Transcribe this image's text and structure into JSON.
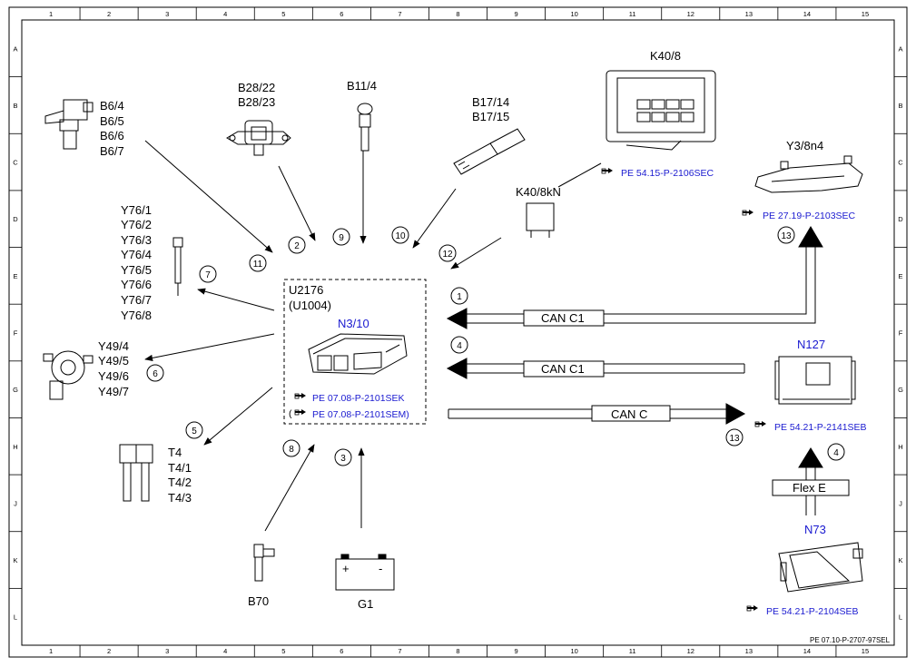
{
  "grid": {
    "columns": [
      "1",
      "2",
      "3",
      "4",
      "5",
      "6",
      "7",
      "8",
      "9",
      "10",
      "11",
      "12",
      "13",
      "14",
      "15"
    ],
    "rows": [
      "A",
      "B",
      "C",
      "D",
      "E",
      "F",
      "G",
      "H",
      "J",
      "K",
      "L"
    ]
  },
  "footer_code": "PE 07.10-P-2707-97SEL",
  "ecu": {
    "label_line1": "U2176",
    "label_line2": "(U1004)",
    "name": "N3/10",
    "ref1": "PE 07.08-P-2101SEK",
    "ref2_open": "(",
    "ref2": "PE 07.08-P-2101SEM)"
  },
  "components": {
    "b6": [
      "B6/4",
      "B6/5",
      "B6/6",
      "B6/7"
    ],
    "b28": [
      "B28/22",
      "B28/23"
    ],
    "b11": "B11/4",
    "b17": [
      "B17/14",
      "B17/15"
    ],
    "k40_8": "K40/8",
    "k40_ref": "PE 54.15-P-2106SEC",
    "k40_8kn": "K40/8kN",
    "y3": "Y3/8n4",
    "y3_ref": "PE 27.19-P-2103SEC",
    "y76": [
      "Y76/1",
      "Y76/2",
      "Y76/3",
      "Y76/4",
      "Y76/5",
      "Y76/6",
      "Y76/7",
      "Y76/8"
    ],
    "y49": [
      "Y49/4",
      "Y49/5",
      "Y49/6",
      "Y49/7"
    ],
    "t4": [
      "T4",
      "T4/1",
      "T4/2",
      "T4/3"
    ],
    "b70": "B70",
    "g1": "G1",
    "g1_plus": "+",
    "g1_minus": "-",
    "n127": "N127",
    "n127_ref": "PE 54.21-P-2141SEB",
    "n73": "N73",
    "n73_ref": "PE 54.21-P-2104SEB"
  },
  "buses": {
    "can_c1_a": "CAN C1",
    "can_c1_b": "CAN C1",
    "can_c": "CAN C",
    "flex_e": "Flex E"
  },
  "numbers": {
    "n1": "1",
    "n2": "2",
    "n3": "3",
    "n4a": "4",
    "n4b": "4",
    "n5": "5",
    "n6": "6",
    "n7": "7",
    "n8": "8",
    "n9": "9",
    "n10": "10",
    "n11": "11",
    "n12": "12",
    "n13a": "13",
    "n13b": "13"
  },
  "colors": {
    "link_blue": "#1a1ad0"
  }
}
